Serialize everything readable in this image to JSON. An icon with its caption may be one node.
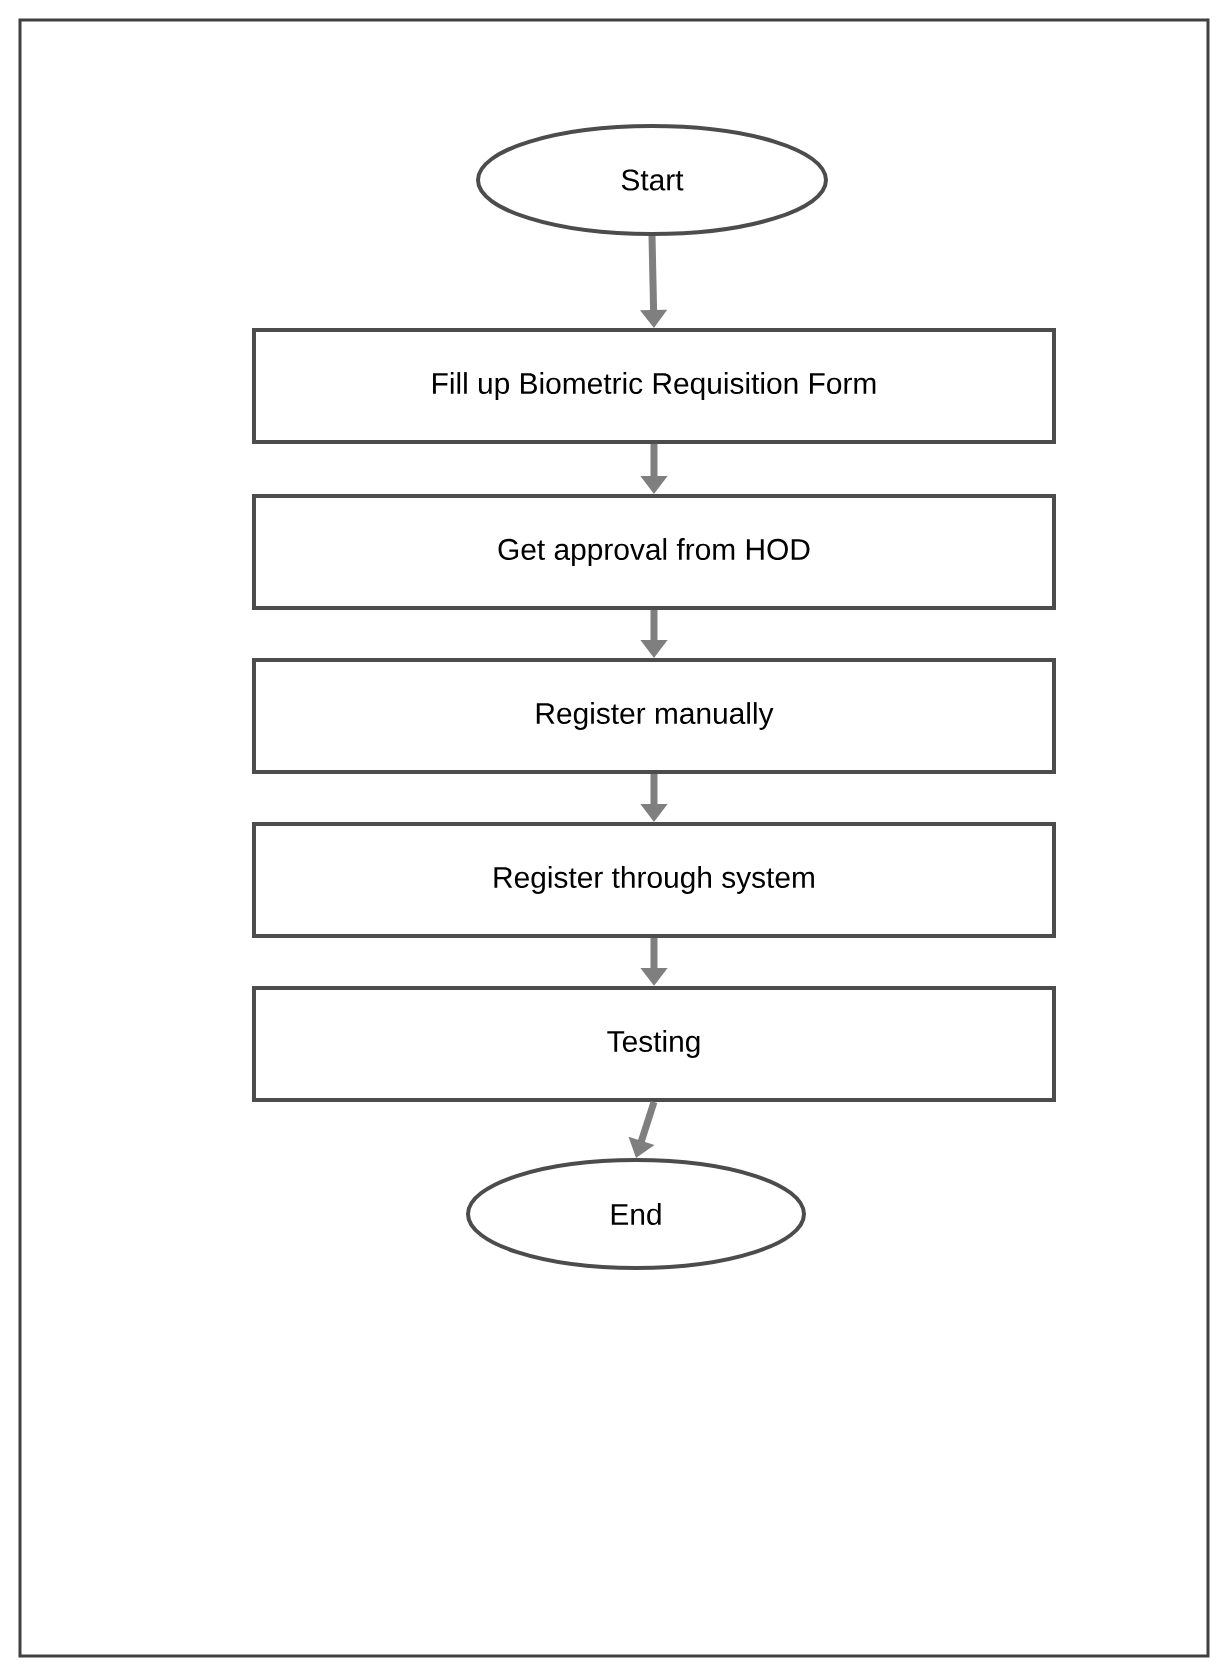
{
  "diagram": {
    "nodes": [
      {
        "text": [
          "Start"
        ]
      },
      {
        "text": [
          "Fill up Biometric Requisition Form"
        ]
      },
      {
        "text": [
          "Get approval from HOD"
        ]
      },
      {
        "text": [
          "Register manually"
        ]
      },
      {
        "text": [
          "Register through system"
        ]
      },
      {
        "text": [
          "Testing"
        ]
      },
      {
        "text": [
          "End"
        ]
      }
    ],
    "edges": [
      {
        "from": 0,
        "to": 1,
        "arrow": "to"
      },
      {
        "from": 1,
        "to": 2,
        "arrow": "to"
      },
      {
        "from": 2,
        "to": 3,
        "arrow": "to"
      },
      {
        "from": 3,
        "to": 4,
        "arrow": "to"
      },
      {
        "from": 4,
        "to": 5,
        "arrow": "to"
      },
      {
        "from": 5,
        "to": 6,
        "arrow": "to"
      }
    ]
  }
}
